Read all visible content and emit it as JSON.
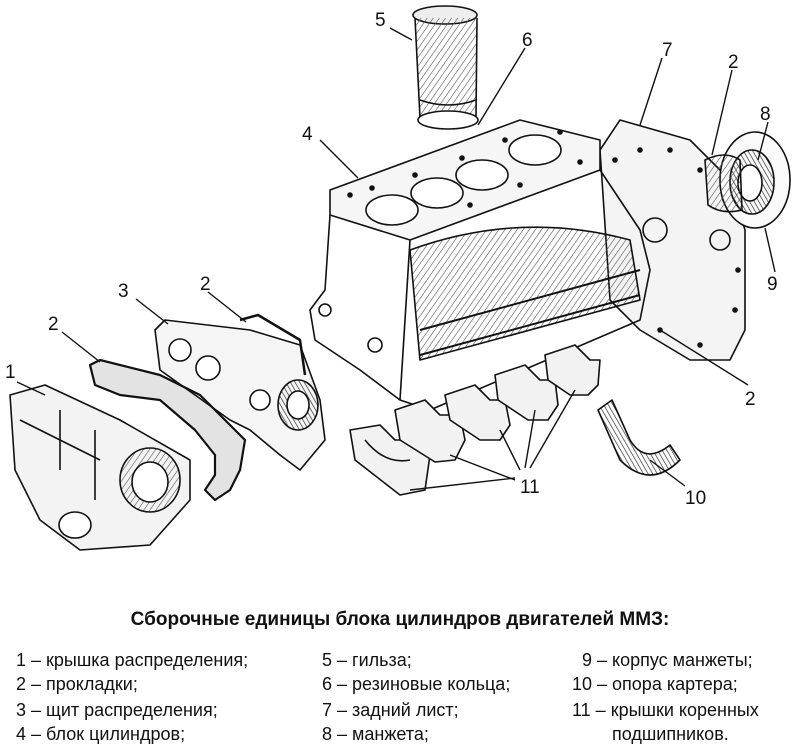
{
  "diagram": {
    "callouts": [
      "1",
      "2",
      "3",
      "2",
      "4",
      "5",
      "6",
      "7",
      "2",
      "8",
      "9",
      "2",
      "11",
      "10"
    ],
    "caption_title": "Сборочные единицы блока цилиндров двигателей ММЗ:",
    "legend": [
      "1 – крышка распределения;",
      "2 – прокладки;",
      "3 – щит распределения;",
      "4 – блок цилиндров;",
      "5 – гильза;",
      "6 – резиновые кольца;",
      "7 – задний лист;",
      "8 – манжета;",
      "9 – корпус манжеты;",
      "10 – опора картера;",
      "11 – крышки коренных",
      "подшипников."
    ]
  }
}
